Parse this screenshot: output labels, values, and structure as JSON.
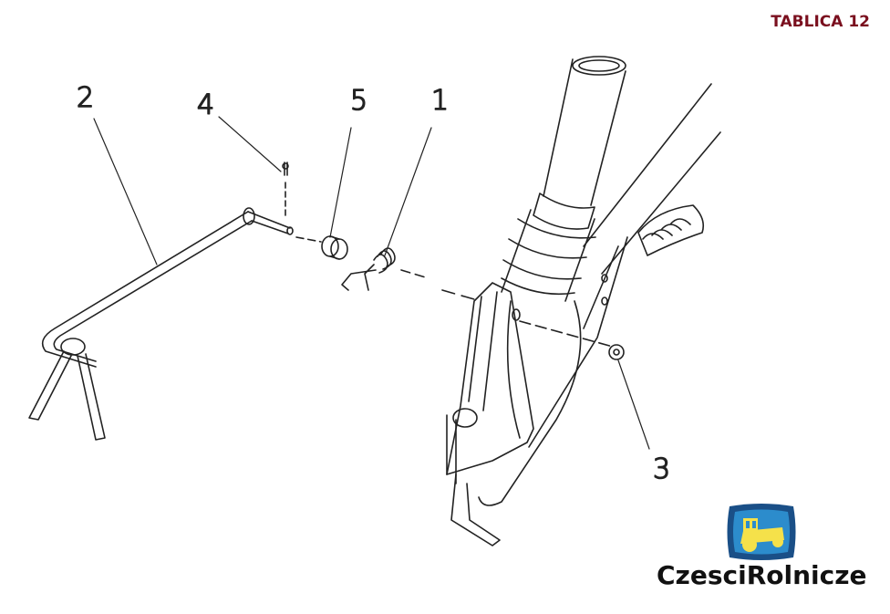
{
  "title": "TABLICA 12",
  "callouts": {
    "p1": "1",
    "p2": "2",
    "p3": "3",
    "p4": "4",
    "p5": "5"
  },
  "logo": {
    "text": "CzesciRolnicze",
    "icon": "tractor-icon",
    "colors": {
      "frame": "#1a4f87",
      "field": "#2c8ccc",
      "tractor": "#f5e14a"
    }
  }
}
